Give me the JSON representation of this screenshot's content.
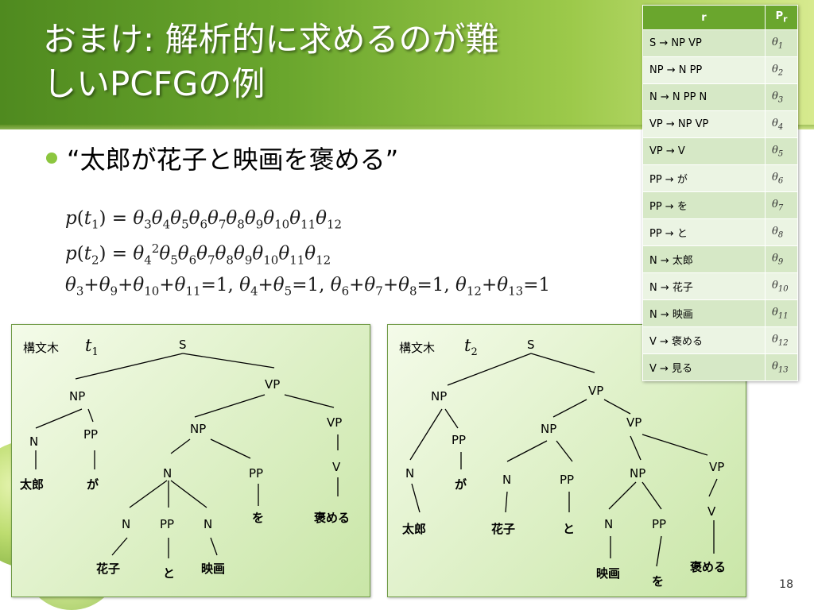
{
  "slide": {
    "title_line1": "おまけ: 解析的に求めるのが難",
    "title_line2": "しいPCFGの例",
    "bullet": "“太郎が花子と映画を褒める”",
    "page_number": "18"
  },
  "formulas": {
    "line1": [
      "p",
      "(",
      "t",
      "1",
      ") = ",
      "θ",
      "3",
      "θ",
      "4",
      "θ",
      "5",
      "θ",
      "6",
      "θ",
      "7",
      "θ",
      "8",
      "θ",
      "9",
      "θ",
      "10",
      "θ",
      "11",
      "θ",
      "12"
    ],
    "line2": [
      "p",
      "(",
      "t",
      "2",
      ") = ",
      "θ",
      "4",
      "2",
      "θ",
      "5",
      "θ",
      "6",
      "θ",
      "7",
      "θ",
      "8",
      "θ",
      "9",
      "θ",
      "10",
      "θ",
      "11",
      "θ",
      "12"
    ],
    "line3": "θ3+θ9+θ10+θ11=1, θ4+θ5=1, θ6+θ7+θ8=1, θ12+θ13=1"
  },
  "rules_table": {
    "header_rule": "r",
    "header_prob": "P",
    "header_prob_sub": "r",
    "rows": [
      {
        "rule": "S → NP  VP",
        "theta": "θ",
        "idx": "1"
      },
      {
        "rule": "NP → N  PP",
        "theta": "θ",
        "idx": "2"
      },
      {
        "rule": "N → N  PP  N",
        "theta": "θ",
        "idx": "3"
      },
      {
        "rule": "VP → NP  VP",
        "theta": "θ",
        "idx": "4"
      },
      {
        "rule": "VP → V",
        "theta": "θ",
        "idx": "5"
      },
      {
        "rule": "PP → が",
        "theta": "θ",
        "idx": "6"
      },
      {
        "rule": "PP → を",
        "theta": "θ",
        "idx": "7"
      },
      {
        "rule": "PP → と",
        "theta": "θ",
        "idx": "8"
      },
      {
        "rule": "N → 太郎",
        "theta": "θ",
        "idx": "9"
      },
      {
        "rule": "N → 花子",
        "theta": "θ",
        "idx": "10"
      },
      {
        "rule": "N → 映画",
        "theta": "θ",
        "idx": "11"
      },
      {
        "rule": "V → 褒める",
        "theta": "θ",
        "idx": "12"
      },
      {
        "rule": "V → 見る",
        "theta": "θ",
        "idx": "13"
      }
    ]
  },
  "tree1": {
    "title": "構文木",
    "var": "t",
    "var_sub": "1",
    "nodes": [
      "S",
      "NP",
      "VP",
      "N",
      "PP",
      "NP",
      "VP",
      "N",
      "PP",
      "V",
      "N",
      "PP",
      "N"
    ],
    "leaves": [
      "太郎",
      "が",
      "を",
      "褒める",
      "花子",
      "と",
      "映画"
    ]
  },
  "tree2": {
    "title": "構文木",
    "var": "t",
    "var_sub": "2",
    "nodes": [
      "S",
      "NP",
      "VP",
      "PP",
      "NP",
      "VP",
      "N",
      "N",
      "PP",
      "NP",
      "VP",
      "N",
      "PP",
      "V"
    ],
    "leaves": [
      "太郎",
      "が",
      "花子",
      "と",
      "映画",
      "を",
      "褒める"
    ]
  }
}
